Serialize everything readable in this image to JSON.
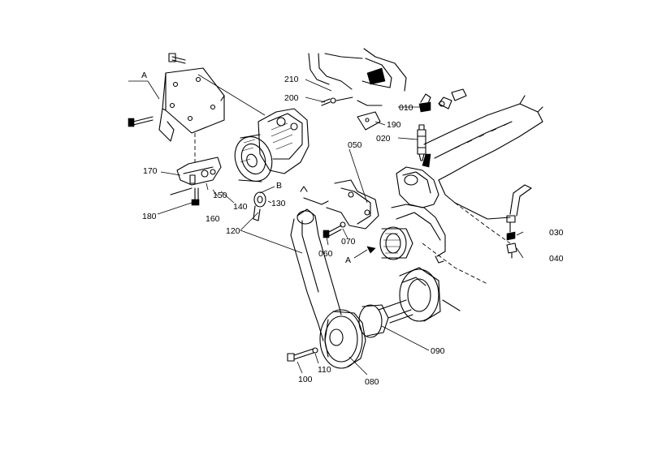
{
  "labels": {
    "p010": "010",
    "p020": "020",
    "p030": "030",
    "p040": "040",
    "p050": "050",
    "p060": "060",
    "p070": "070",
    "p080": "080",
    "p090": "090",
    "p100": "100",
    "p110": "110",
    "p120": "120",
    "p130": "130",
    "p140": "140",
    "p150": "150",
    "p160": "160",
    "p170": "170",
    "p180": "180",
    "p190": "190",
    "p200": "200",
    "p210": "210",
    "refA_top": "A",
    "refA_mid": "A",
    "refB": "B"
  }
}
